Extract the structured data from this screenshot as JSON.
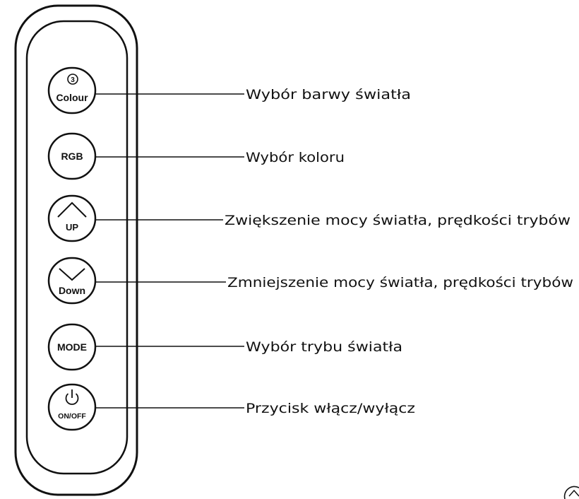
{
  "colors": {
    "ink": "#111111",
    "background": "#ffffff"
  },
  "buttons": [
    {
      "id": "colour",
      "icon": "number-3-circle-icon",
      "icon_text": "3",
      "label": "Colour",
      "callout": "Wybór barwy światła"
    },
    {
      "id": "rgb",
      "icon": "",
      "icon_text": "",
      "label": "RGB",
      "callout": "Wybór koloru"
    },
    {
      "id": "up",
      "icon": "chevron-up-icon",
      "icon_text": "",
      "label": "UP",
      "callout": "Zwiększenie mocy światła, prędkości trybów"
    },
    {
      "id": "down",
      "icon": "chevron-down-icon",
      "icon_text": "",
      "label": "Down",
      "callout": "Zmniejszenie mocy światła, prędkości trybów"
    },
    {
      "id": "mode",
      "icon": "",
      "icon_text": "",
      "label": "MODE",
      "callout": "Wybór trybu światła"
    },
    {
      "id": "onoff",
      "icon": "power-icon",
      "icon_text": "",
      "label": "ON/OFF",
      "callout": "Przycisk włącz/wyłącz"
    }
  ]
}
